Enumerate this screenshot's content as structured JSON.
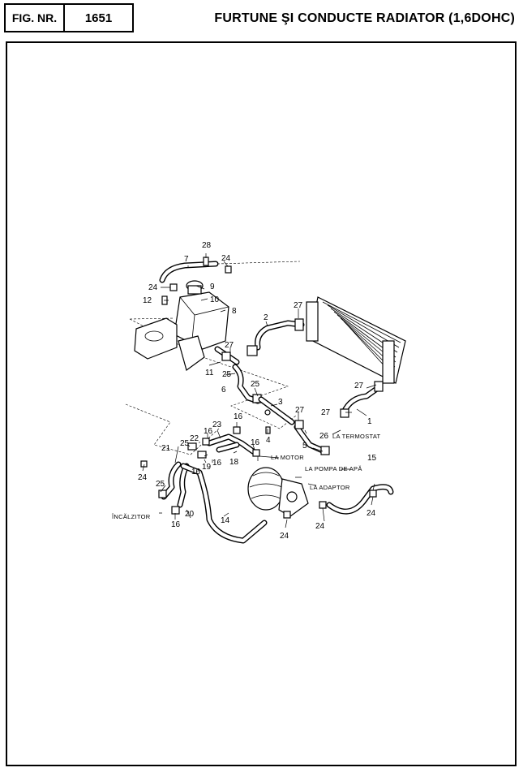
{
  "header": {
    "fig_label": "FIG. NR.",
    "fig_number": "1651",
    "title": "FURTUNE ŞI CONDUCTE RADIATOR (1,6DOHC)"
  },
  "diagram": {
    "part_numbers": {
      "p28": "28",
      "p7": "7",
      "p24a": "24",
      "p24b": "24",
      "p9": "9",
      "p12": "12",
      "p10": "10",
      "p8": "8",
      "p2": "2",
      "p27a": "27",
      "p27b": "27",
      "p11": "11",
      "p25a": "25",
      "p25b": "25",
      "p6": "6",
      "p3": "3",
      "p27c": "27",
      "p27d": "27",
      "p27e": "27",
      "p1": "1",
      "p16a": "16",
      "p23": "23",
      "p16b": "16",
      "p22": "22",
      "p26": "26",
      "p5": "5",
      "p4": "4",
      "p16c": "16",
      "p25c": "25",
      "p21": "21",
      "p19": "19",
      "p16d": "16",
      "p18": "18",
      "p16e": "16",
      "p15": "15",
      "p24c": "24",
      "p25d": "25",
      "p24d": "24",
      "p20": "20",
      "p14": "14",
      "p16f": "16",
      "p24e": "24",
      "p24f": "24"
    },
    "annotations": {
      "la_termostat": "LA TERMOSTAT",
      "la_motor": "LA MOTOR",
      "la_pompa": "LA POMPA DE APĂ",
      "la_adaptor": "LA ADAPTOR",
      "incalzitor": "ÎNCĂLZITOR"
    }
  }
}
